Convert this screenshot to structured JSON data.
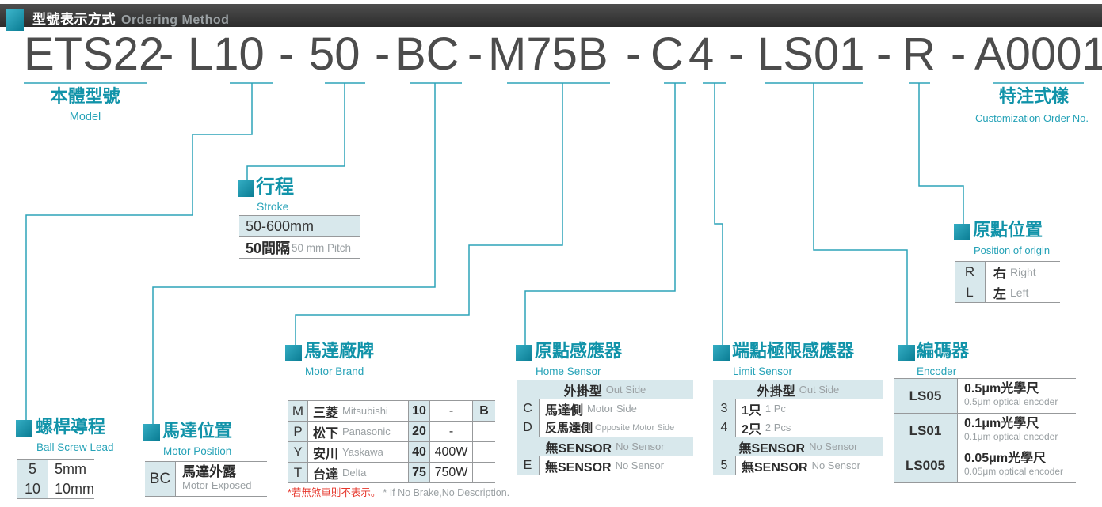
{
  "header": {
    "title_zh": "型號表示方式",
    "title_en": "Ordering Method"
  },
  "model_code": {
    "segments": [
      "ETS22",
      "L10",
      "50",
      "BC",
      "M75B",
      "C",
      "4",
      "LS01",
      "R",
      "A0001"
    ],
    "separator": "-"
  },
  "colors": {
    "accent_teal": "#1193a9",
    "connector_line": "#2da3b8",
    "cell_shade": "#d8e8ec",
    "topbar": "#3a3a3a",
    "footnote_red": "#e6362b",
    "text_dark": "#333333",
    "text_gray": "#9aa0a3",
    "model_text": "#4c4c4c"
  },
  "sections": {
    "model": {
      "title_zh": "本體型號",
      "title_en": "Model"
    },
    "customization": {
      "title_zh": "特注式樣",
      "title_en": "Customization Order No."
    },
    "stroke": {
      "title_zh": "行程",
      "title_en": "Stroke",
      "range": "50-600mm",
      "pitch_zh": "50間隔",
      "pitch_en": "50 mm Pitch"
    },
    "ball_screw_lead": {
      "title_zh": "螺桿導程",
      "title_en": "Ball Screw Lead",
      "rows": [
        {
          "code": "5",
          "label": "5mm"
        },
        {
          "code": "10",
          "label": "10mm"
        }
      ]
    },
    "motor_position": {
      "title_zh": "馬達位置",
      "title_en": "Motor Position",
      "rows": [
        {
          "code": "BC",
          "label_zh": "馬達外露",
          "label_en": "Motor Exposed"
        }
      ]
    },
    "motor_brand": {
      "title_zh": "馬達廠牌",
      "title_en": "Motor Brand",
      "rows": [
        {
          "code": "M",
          "brand_zh": "三菱",
          "brand_en": "Mitsubishi",
          "power_code": "10",
          "power": "-",
          "brake": "B"
        },
        {
          "code": "P",
          "brand_zh": "松下",
          "brand_en": "Panasonic",
          "power_code": "20",
          "power": "-",
          "brake": ""
        },
        {
          "code": "Y",
          "brand_zh": "安川",
          "brand_en": "Yaskawa",
          "power_code": "40",
          "power": "400W",
          "brake": ""
        },
        {
          "code": "T",
          "brand_zh": "台達",
          "brand_en": "Delta",
          "power_code": "75",
          "power": "750W",
          "brake": ""
        }
      ],
      "footnote_zh": "*若無煞車則不表示。",
      "footnote_en": "* If No Brake,No Description."
    },
    "home_sensor": {
      "title_zh": "原點感應器",
      "title_en": "Home Sensor",
      "group1": {
        "zh": "外掛型",
        "en": "Out Side"
      },
      "rows": [
        {
          "code": "C",
          "zh": "馬達側",
          "en": "Motor Side"
        },
        {
          "code": "D",
          "zh": "反馬達側",
          "en": "Opposite Motor Side"
        }
      ],
      "group2": {
        "zh": "無SENSOR",
        "en": "No Sensor"
      },
      "rows2": [
        {
          "code": "E",
          "zh": "無SENSOR",
          "en": "No Sensor"
        }
      ]
    },
    "limit_sensor": {
      "title_zh": "端點極限感應器",
      "title_en": "Limit Sensor",
      "group1": {
        "zh": "外掛型",
        "en": "Out Side"
      },
      "rows": [
        {
          "code": "3",
          "zh": "1只",
          "en": "1 Pc"
        },
        {
          "code": "4",
          "zh": "2只",
          "en": "2 Pcs"
        }
      ],
      "group2": {
        "zh": "無SENSOR",
        "en": "No Sensor"
      },
      "rows2": [
        {
          "code": "5",
          "zh": "無SENSOR",
          "en": "No Sensor"
        }
      ]
    },
    "encoder": {
      "title_zh": "編碼器",
      "title_en": "Encoder",
      "rows": [
        {
          "code": "LS05",
          "zh": "0.5μm光學尺",
          "en": "0.5μm optical encoder"
        },
        {
          "code": "LS01",
          "zh": "0.1μm光學尺",
          "en": "0.1μm optical encoder"
        },
        {
          "code": "LS005",
          "zh": "0.05μm光學尺",
          "en": "0.05μm optical encoder"
        }
      ]
    },
    "origin_position": {
      "title_zh": "原點位置",
      "title_en": "Position of origin",
      "rows": [
        {
          "code": "R",
          "zh": "右",
          "en": "Right"
        },
        {
          "code": "L",
          "zh": "左",
          "en": "Left"
        }
      ]
    }
  }
}
